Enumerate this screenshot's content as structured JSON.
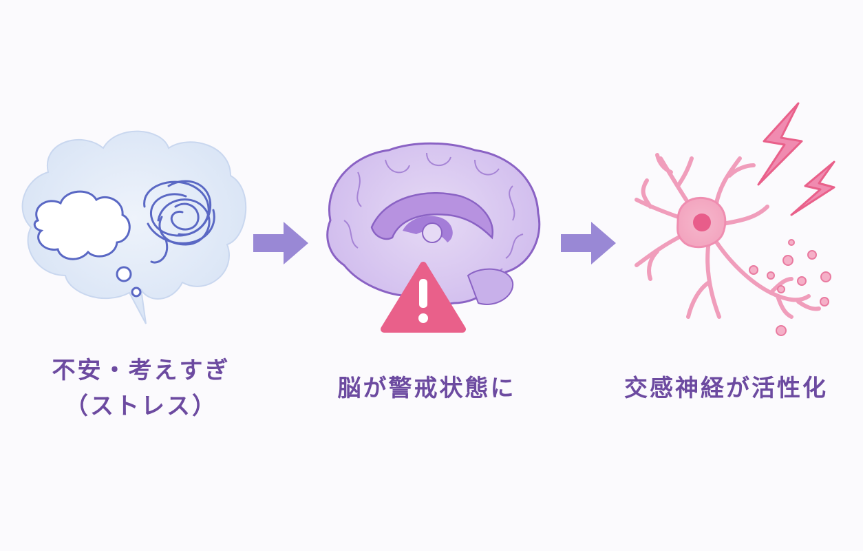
{
  "steps": [
    {
      "id": "stress",
      "icon": "thought-bubble-tangled-icon",
      "label_line1": "不安・考えすぎ",
      "label_line2": "（ストレス）"
    },
    {
      "id": "brain-alert",
      "icon": "brain-warning-icon",
      "label_line1": "脳が警戒状態に"
    },
    {
      "id": "sympathetic",
      "icon": "neuron-lightning-icon",
      "label_line1": "交感神経が活性化"
    }
  ],
  "connector_icon": "right-arrow-icon",
  "colors": {
    "text": "#6c4aa0",
    "arrow": "#8e7bd0",
    "cloud": "#dfe8f6",
    "cloud_stroke": "#5a68c4",
    "brain": "#d8c6ef",
    "brain_stroke": "#8a62c4",
    "warning": "#e9608a",
    "neuron": "#f3a9c1",
    "neuron_stroke": "#e97aa0",
    "background": "#fbfafd"
  }
}
